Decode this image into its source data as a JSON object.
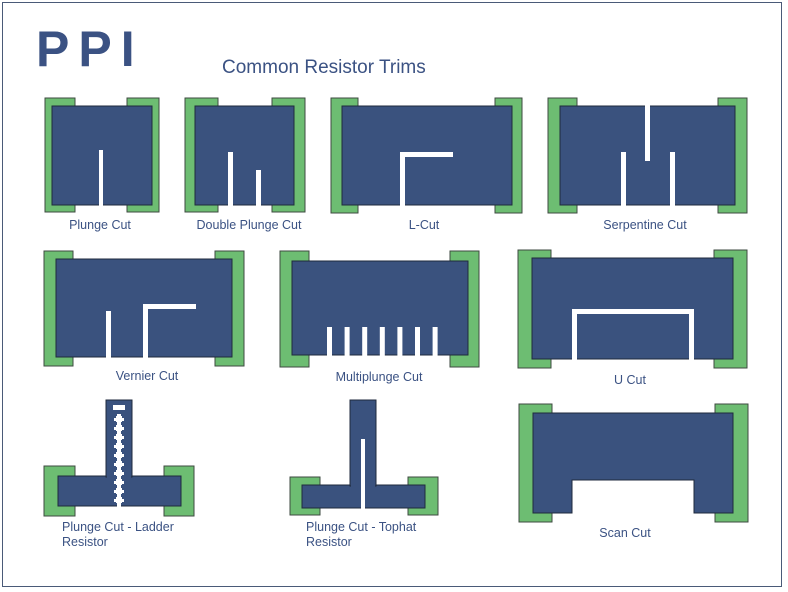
{
  "header": {
    "logo": "PPI",
    "title": "Common Resistor Trims"
  },
  "colors": {
    "resistor_body": "#3a527e",
    "terminal_pad": "#6dbd72",
    "text": "#3b5283",
    "cut": "#ffffff"
  },
  "trims": [
    {
      "id": "plunge",
      "label": "Plunge Cut"
    },
    {
      "id": "double-plunge",
      "label": "Double Plunge Cut"
    },
    {
      "id": "l-cut",
      "label": "L-Cut"
    },
    {
      "id": "serpentine",
      "label": "Serpentine Cut"
    },
    {
      "id": "vernier",
      "label": "Vernier Cut"
    },
    {
      "id": "multiplunge",
      "label": "Multiplunge Cut"
    },
    {
      "id": "u-cut",
      "label": "U Cut"
    },
    {
      "id": "ladder",
      "label_line1": "Plunge Cut - Ladder",
      "label_line2": "Resistor"
    },
    {
      "id": "tophat",
      "label_line1": "Plunge Cut - Tophat",
      "label_line2": "Resistor"
    },
    {
      "id": "scan",
      "label": "Scan Cut"
    }
  ]
}
